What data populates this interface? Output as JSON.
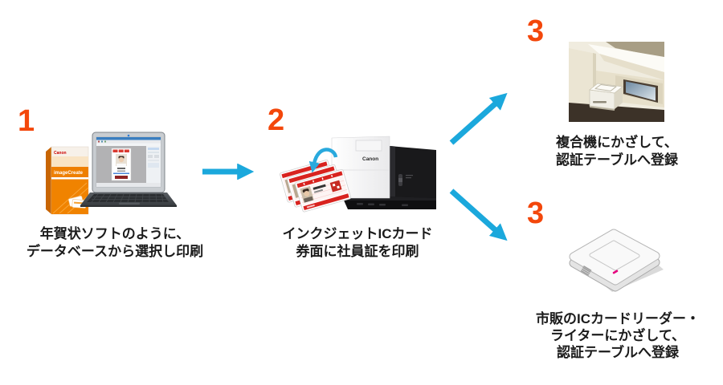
{
  "diagram": {
    "background": "#ffffff",
    "number_color": "#f3470b",
    "arrow_color": "#1ba8dc",
    "caption_color": "#1b1b1b",
    "card_red": "#d8231f"
  },
  "step1": {
    "number": "1",
    "line1": "年賀状ソフトのように、",
    "line2": "データベースから選択し印刷",
    "box_brand": "Canon",
    "box_product": "imageCreate"
  },
  "step2": {
    "number": "2",
    "line1": "インクジェットICカード",
    "line2": "券面に社員証を印刷",
    "printer_brand": "Canon"
  },
  "step3_top": {
    "number": "3",
    "line1": "複合機にかざして、",
    "line2": "認証テーブルへ登録"
  },
  "step3_bottom": {
    "number": "3",
    "line1": "市販のICカードリーダー・",
    "line2": "ライターにかざして、",
    "line3": "認証テーブルへ登録"
  }
}
